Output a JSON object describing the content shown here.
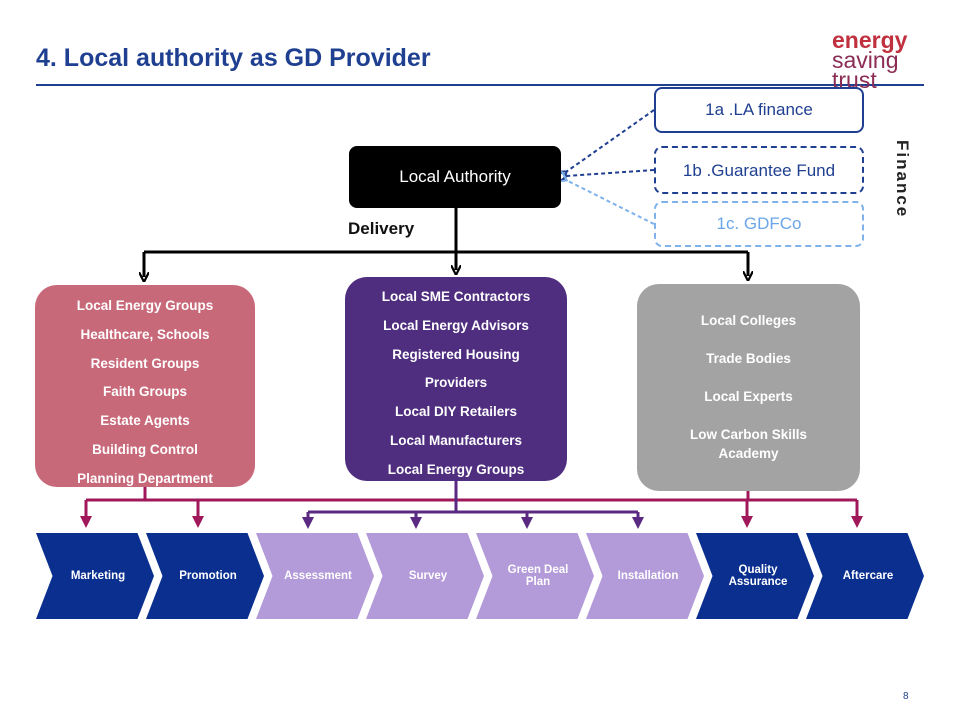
{
  "title": "4. Local authority as GD Provider",
  "logo": {
    "line1": "energy",
    "line2": "saving",
    "line3": "trust"
  },
  "local_authority": "Local Authority",
  "finance": {
    "label": "Finance",
    "options": [
      "1a .LA finance",
      "1b .Guarantee Fund",
      "1c. GDFCo"
    ]
  },
  "delivery_label": "Delivery",
  "groups": {
    "left": [
      "Local Energy Groups",
      "Healthcare, Schools",
      "Resident Groups",
      "Faith Groups",
      "Estate Agents",
      "Building Control",
      "Planning Department"
    ],
    "center": [
      "Local SME Contractors",
      "Local Energy Advisors",
      "Registered Housing",
      "Providers",
      "Local DIY Retailers",
      "Local Manufacturers",
      "Local Energy Groups"
    ],
    "right": [
      "Local Colleges",
      "Trade Bodies",
      "Local Experts",
      "Low Carbon Skills Academy"
    ]
  },
  "stages": [
    "Marketing",
    "Promotion",
    "Assessment",
    "Survey",
    "Green Deal Plan",
    "Installation",
    "Quality Assurance",
    "Aftercare"
  ],
  "colors": {
    "navy": "#1f3f91",
    "dark_blue_stage": "#0a2f8f",
    "lilac_stage": "#b39ad8",
    "pink_group": "#c8697a",
    "purple_group": "#4f2d7f",
    "grey_group": "#a3a3a3",
    "connector_pink": "#a0185a",
    "connector_purple": "#5a2a82"
  },
  "page_number": "8"
}
